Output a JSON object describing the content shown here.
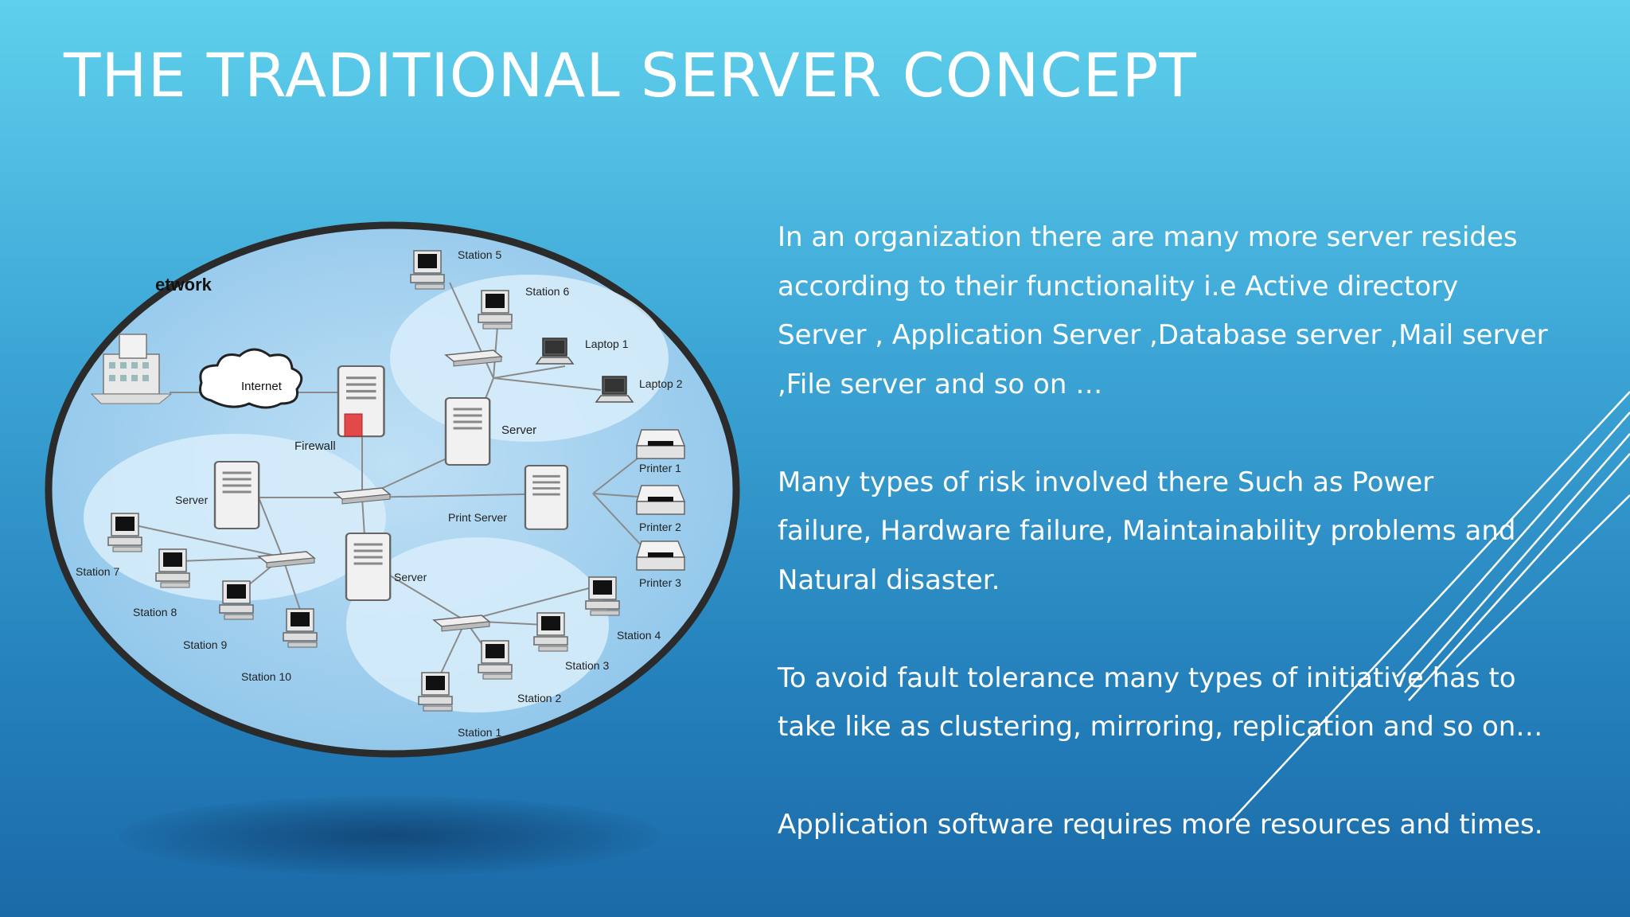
{
  "slide": {
    "title": "THE TRADITIONAL SERVER CONCEPT"
  },
  "diagram": {
    "heading": "etwork",
    "labels": {
      "internet": "Internet",
      "firewall": "Firewall",
      "server_center": "Server",
      "server_left": "Server",
      "server_bottom": "Server",
      "print_server": "Print Server",
      "station5": "Station 5",
      "station6": "Station 6",
      "laptop1": "Laptop 1",
      "laptop2": "Laptop 2",
      "printer1": "Printer 1",
      "printer2": "Printer 2",
      "printer3": "Printer 3",
      "station4": "Station 4",
      "station3": "Station 3",
      "station2": "Station 2",
      "station1": "Station 1",
      "station7": "Station 7",
      "station8": "Station 8",
      "station9": "Station 9",
      "station10": "Station 10"
    }
  },
  "body": {
    "para1": [
      "In an organization there are many more server resides",
      "according to their functionality i.e Active directory",
      "Server , Application Server ,Database server ,Mail server",
      ",File server and so on …"
    ],
    "para2": [
      "Many types of risk involved there Such as Power",
      "failure, Hardware failure, Maintainability problems and",
      "Natural disaster."
    ],
    "para3": [
      "To avoid fault tolerance many types of initiative has to",
      "take like as clustering, mirroring, replication and so on…"
    ],
    "para4": [
      "Application software requires more resources and times."
    ]
  }
}
